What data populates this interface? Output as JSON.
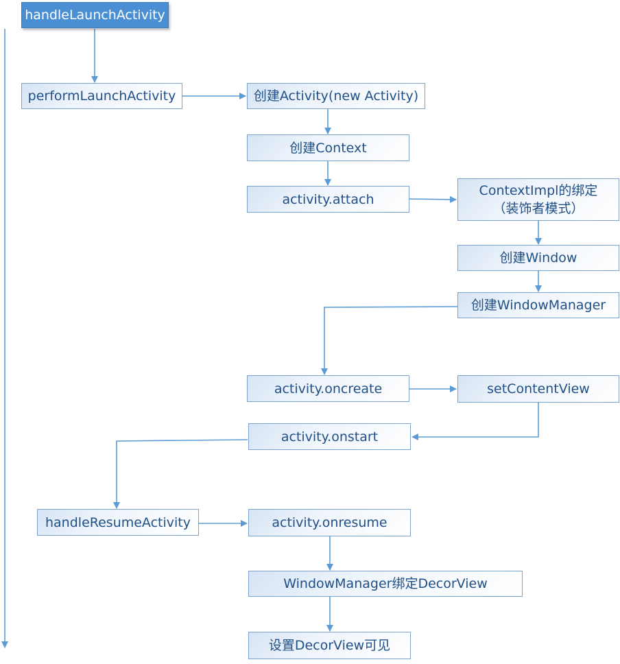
{
  "nodes": {
    "handle_launch": "handleLaunchActivity",
    "perform_launch": "performLaunchActivity",
    "create_activity": "创建Activity(new Activity)",
    "create_context": "创建Context",
    "activity_attach": "activity.attach",
    "contextimpl_line1": "ContextImpl的绑定",
    "contextimpl_line2": "（装饰者模式）",
    "create_window": "创建Window",
    "create_windowmanager": "创建WindowManager",
    "activity_oncreate": "activity.oncreate",
    "set_content_view": "setContentView",
    "activity_onstart": "activity.onstart",
    "handle_resume": "handleResumeActivity",
    "activity_onresume": "activity.onresume",
    "wm_bind_decor": "WindowManager绑定DecorView",
    "decor_visible": "设置DecorView可见"
  },
  "colors": {
    "line": "#5b9bd5",
    "header_fill": "#4a8fd3",
    "box_border": "#7ba2cc",
    "text": "#1f4f86"
  }
}
